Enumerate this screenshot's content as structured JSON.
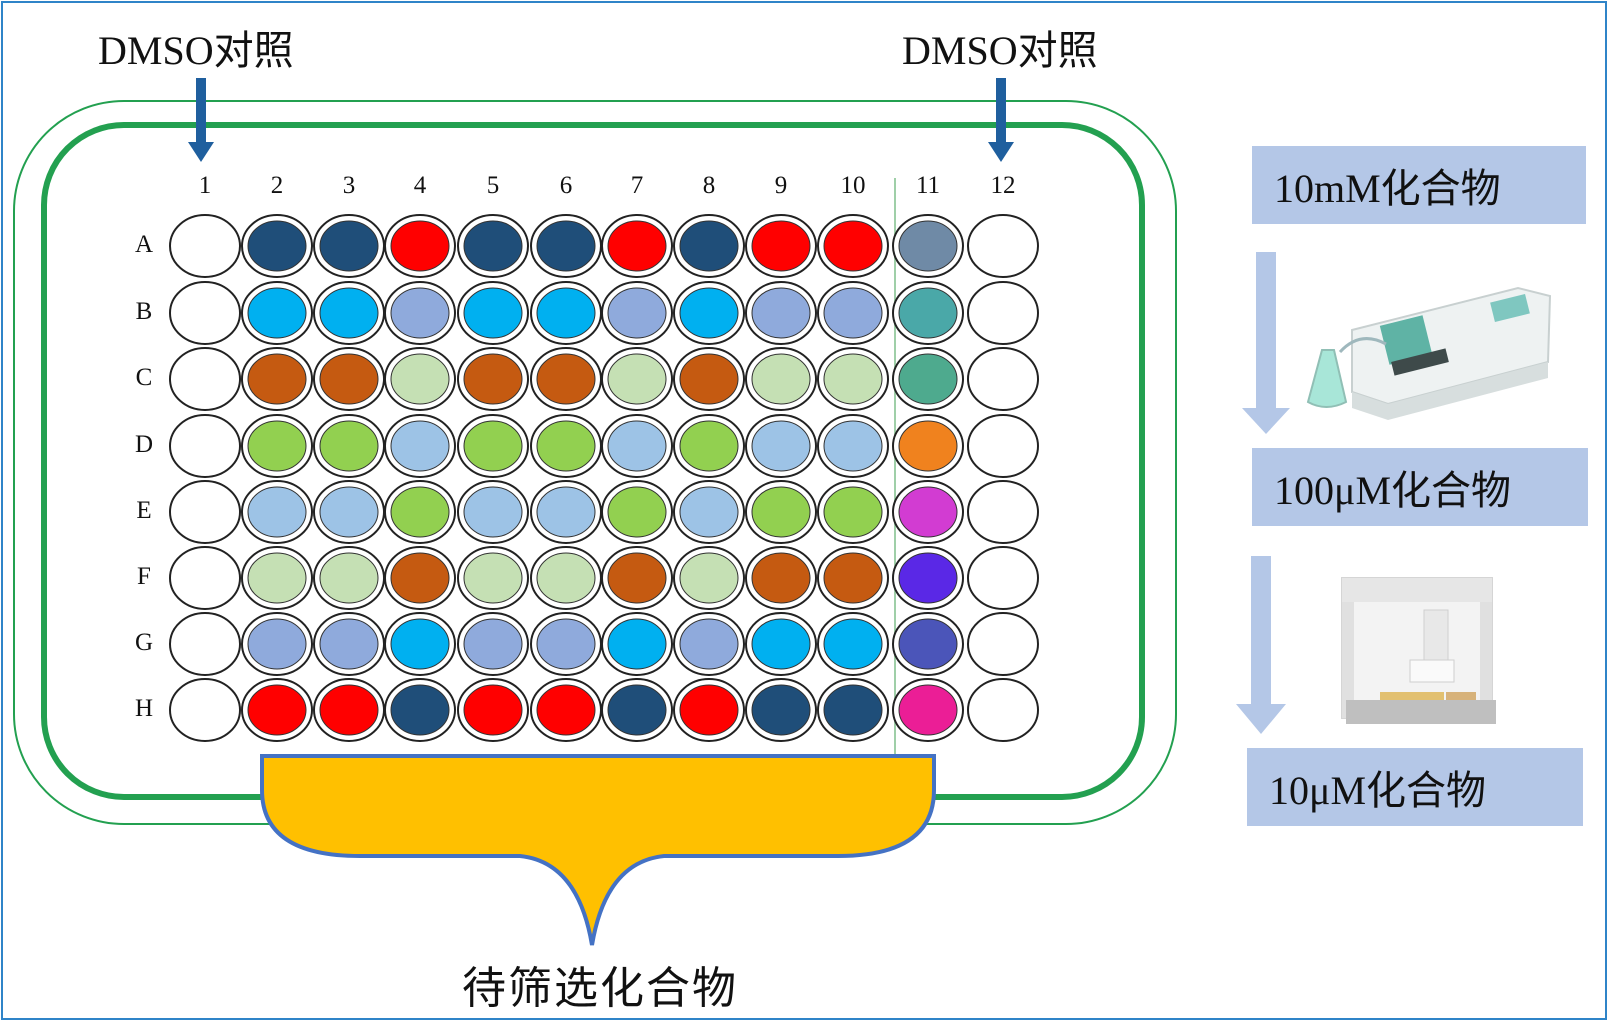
{
  "labels": {
    "dmso_left": "DMSO对照",
    "dmso_right": "DMSO对照",
    "bottom": "待筛选化合物"
  },
  "steps": [
    {
      "label": "10mM化合物"
    },
    {
      "label": "100μM化合物"
    },
    {
      "label": "10μM化合物"
    }
  ],
  "plate": {
    "columns": [
      "1",
      "2",
      "3",
      "4",
      "5",
      "6",
      "7",
      "8",
      "9",
      "10",
      "11",
      "12"
    ],
    "rows": [
      "A",
      "B",
      "C",
      "D",
      "E",
      "F",
      "G",
      "H"
    ],
    "wells": [
      [
        "#ffffff",
        "#1f4e79",
        "#1f4e79",
        "#ff0000",
        "#1f4e79",
        "#1f4e79",
        "#ff0000",
        "#1f4e79",
        "#ff0000",
        "#ff0000",
        "#6f8aa6",
        "#ffffff"
      ],
      [
        "#ffffff",
        "#00b0f0",
        "#00b0f0",
        "#8faadc",
        "#00b0f0",
        "#00b0f0",
        "#8faadc",
        "#00b0f0",
        "#8faadc",
        "#8faadc",
        "#4aa8a8",
        "#ffffff"
      ],
      [
        "#ffffff",
        "#c55a11",
        "#c55a11",
        "#c5e0b4",
        "#c55a11",
        "#c55a11",
        "#c5e0b4",
        "#c55a11",
        "#c5e0b4",
        "#c5e0b4",
        "#4eaa8e",
        "#ffffff"
      ],
      [
        "#ffffff",
        "#92d050",
        "#92d050",
        "#9dc3e6",
        "#92d050",
        "#92d050",
        "#9dc3e6",
        "#92d050",
        "#9dc3e6",
        "#9dc3e6",
        "#f0821e",
        "#ffffff"
      ],
      [
        "#ffffff",
        "#9dc3e6",
        "#9dc3e6",
        "#92d050",
        "#9dc3e6",
        "#9dc3e6",
        "#92d050",
        "#9dc3e6",
        "#92d050",
        "#92d050",
        "#d23cd2",
        "#ffffff"
      ],
      [
        "#ffffff",
        "#c5e0b4",
        "#c5e0b4",
        "#c55a11",
        "#c5e0b4",
        "#c5e0b4",
        "#c55a11",
        "#c5e0b4",
        "#c55a11",
        "#c55a11",
        "#5a28e6",
        "#ffffff"
      ],
      [
        "#ffffff",
        "#8faadc",
        "#8faadc",
        "#00b0f0",
        "#8faadc",
        "#8faadc",
        "#00b0f0",
        "#8faadc",
        "#00b0f0",
        "#00b0f0",
        "#4b55b9",
        "#ffffff"
      ],
      [
        "#ffffff",
        "#ff0000",
        "#ff0000",
        "#1f4e79",
        "#ff0000",
        "#ff0000",
        "#1f4e79",
        "#ff0000",
        "#1f4e79",
        "#1f4e79",
        "#eb1e96",
        "#ffffff"
      ]
    ]
  },
  "colors": {
    "plate_outline": "#23a050",
    "arrow_blue": "#1f5f9e",
    "step_box": "#b4c7e7",
    "step_arrow": "#b4c7e7",
    "bracket_fill": "#ffc000",
    "bracket_stroke": "#4472c4"
  },
  "icons": {
    "instrument_1": "plate-washer-icon",
    "instrument_2": "liquid-handler-icon"
  }
}
